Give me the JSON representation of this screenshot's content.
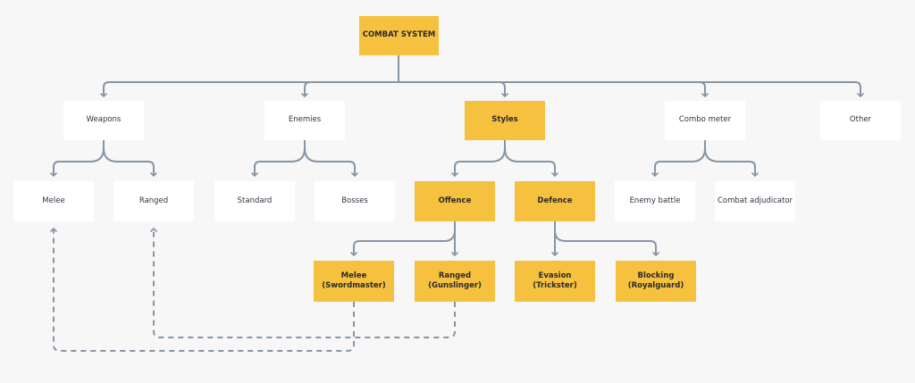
{
  "diagram": {
    "colors": {
      "background": "#f7f7f8",
      "node_white": "#ffffff",
      "node_highlight": "#f5c13f",
      "connector": "#8795a3"
    },
    "nodes": {
      "combat_system": "COMBAT SYSTEM",
      "weapons": "Weapons",
      "enemies": "Enemies",
      "styles": "Styles",
      "combo_meter": "Combo meter",
      "other": "Other",
      "melee": "Melee",
      "ranged": "Ranged",
      "standard": "Standard",
      "bosses": "Bosses",
      "offence": "Offence",
      "defence": "Defence",
      "enemy_battle": "Enemy battle",
      "combat_adjudicator": "Combat adjudicator",
      "melee_swordmaster": "Melee\n(Swordmaster)",
      "ranged_gunslinger": "Ranged\n(Gunslinger)",
      "evasion_trickster": "Evasion\n(Trickster)",
      "blocking_royalguard": "Blocking\n(Royalguard)"
    }
  }
}
